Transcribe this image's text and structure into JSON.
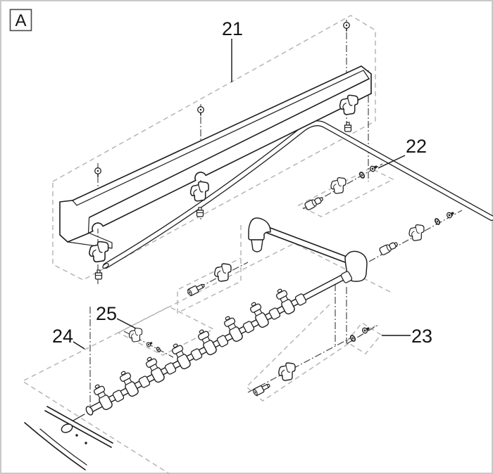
{
  "figure": {
    "type": "exploded-parts-diagram",
    "view_label": "A",
    "part_labels": [
      {
        "id": "21"
      },
      {
        "id": "22"
      },
      {
        "id": "23"
      },
      {
        "id": "24"
      },
      {
        "id": "25"
      }
    ],
    "colors": {
      "line": "#1c1c1c",
      "centerline": "#3a3a3a",
      "callout_dash": "#b5b5b5",
      "border": "#c9c9c9",
      "background": "#ffffff"
    }
  }
}
